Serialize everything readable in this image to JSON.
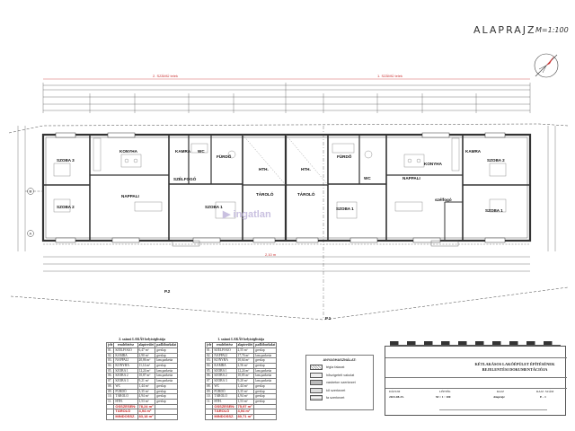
{
  "sheet": {
    "title": "ALAPRAJZ",
    "scale": "M=1:100"
  },
  "plan": {
    "lot_labels": [
      "2. SZÁMÚ telek",
      "1. SZÁMÚ telek"
    ],
    "points": [
      "P.2",
      "P.1"
    ],
    "west_unit": [
      {
        "name": "SZOBA 3"
      },
      {
        "name": "KONYHA"
      },
      {
        "name": "KAMRA"
      },
      {
        "name": "WC"
      },
      {
        "name": "FÜRDŐ"
      },
      {
        "name": "SZÉLFOGÓ"
      },
      {
        "name": "SZOBA 2"
      },
      {
        "name": "NAPPALI"
      },
      {
        "name": "SZOBA 1"
      },
      {
        "name": "HTH."
      },
      {
        "name": "TÁROLÓ"
      }
    ],
    "east_unit": [
      {
        "name": "HTH."
      },
      {
        "name": "TÁROLÓ"
      },
      {
        "name": "FÜRDŐ"
      },
      {
        "name": "WC"
      },
      {
        "name": "SZOBA 1"
      },
      {
        "name": "KONYHA"
      },
      {
        "name": "NAPPALI"
      },
      {
        "name": "KAMRA"
      },
      {
        "name": "SZOBA 2"
      },
      {
        "name": "SZOBA 1"
      },
      {
        "name": "szélfogó"
      }
    ]
  },
  "table_left": {
    "title": "2. számú LAKÁS helyiséglistája",
    "headers": [
      "jele",
      "rendeltetése",
      "alapterület",
      "padlóburkolat"
    ],
    "rows": [
      [
        "01.",
        "SZÉLFOGÓ",
        "6,47 m²",
        "greslap"
      ],
      [
        "02.",
        "KAMRA",
        "2,90 m²",
        "greslap"
      ],
      [
        "03.",
        "NAPPALI",
        "20,86 m²",
        "lam.parketta"
      ],
      [
        "04.",
        "KONYHA",
        "11,14 m²",
        "greslap"
      ],
      [
        "05.",
        "SZOBA 1",
        "12,24 m²",
        "lam.parketta"
      ],
      [
        "06.",
        "SZOBA 2",
        "10,87 m²",
        "lam.parketta"
      ],
      [
        "07.",
        "SZOBA 3",
        "9,21 m²",
        "lam.parketta"
      ],
      [
        "08.",
        "WC",
        "1,44 m²",
        "greslap"
      ],
      [
        "09.",
        "FÜRDŐ",
        "3,35 m²",
        "greslap"
      ],
      [
        "10.",
        "TÁROLÓ",
        "4,94 m²",
        "greslap"
      ],
      [
        "11.",
        "HTH.",
        "1,53 m²",
        "greslap"
      ]
    ],
    "totals": [
      [
        "ÖSSZESEN:",
        "78,24 m²"
      ],
      [
        "TÁROLÓ",
        "4,94 m²"
      ],
      [
        "MINDÖSSZ.",
        "83,18 m²"
      ]
    ]
  },
  "table_right": {
    "title": "1. számú LAKÁS helyiséglistája",
    "headers": [
      "jele",
      "rendeltetése",
      "alapterület",
      "padlóburkolat"
    ],
    "rows": [
      [
        "01.",
        "SZÉLFOGÓ",
        "2,55 m²",
        "greslap"
      ],
      [
        "02.",
        "NAPPALI",
        "17,76 m²",
        "lam.parketta"
      ],
      [
        "03.",
        "KONYHA",
        "10,64 m²",
        "greslap"
      ],
      [
        "04.",
        "KAMRA",
        "2,56 m²",
        "greslap"
      ],
      [
        "05.",
        "SZOBA 1",
        "12,24 m²",
        "lam.parketta"
      ],
      [
        "06.",
        "SZOBA 2",
        "10,85 m²",
        "lam.parketta"
      ],
      [
        "07.",
        "SZOBA 3",
        "9,20 m²",
        "lam.parketta"
      ],
      [
        "08.",
        "WC",
        "1,44 m²",
        "greslap"
      ],
      [
        "09.",
        "FÜRDŐ",
        "3,35 m²",
        "greslap"
      ],
      [
        "10.",
        "TÁROLÓ",
        "4,94 m²",
        "greslap"
      ],
      [
        "11.",
        "HTH.",
        "1,53 m²",
        "greslap"
      ]
    ],
    "totals": [
      [
        "ÖSSZESEN:",
        "75,97 m²"
      ],
      [
        "TÁROLÓ",
        "4,94 m²"
      ],
      [
        "MINDÖSSZ.",
        "80,71 m²"
      ]
    ]
  },
  "legend": {
    "title": "ANYAGHASZNÁLAT:",
    "items": [
      "tégla falazat",
      "hőszigetelt vakolat",
      "vasbeton szerkezet",
      "kő szerkezet",
      "fa szerkezet"
    ]
  },
  "title_block": {
    "heading": "KÉTLAKÁSOS LAKÓÉPÜLET ÉPÍTÉSÉNEK BEJELENTÉSI DOKUMENTÁCIÓJA",
    "date_label": "DÁTUM",
    "date": "2023-08-25.",
    "scale_label": "LÉPTÉK",
    "scale": "M = 1 : 100",
    "sheet_label": "RAJZ",
    "sheet": "Alaprajz",
    "no_label": "RAJZ. SZÁM",
    "no": "E - 1"
  },
  "colors": {
    "line": "#333333",
    "wall": "#555555",
    "red": "#cc3333",
    "watermark": "#c9c0e0"
  }
}
